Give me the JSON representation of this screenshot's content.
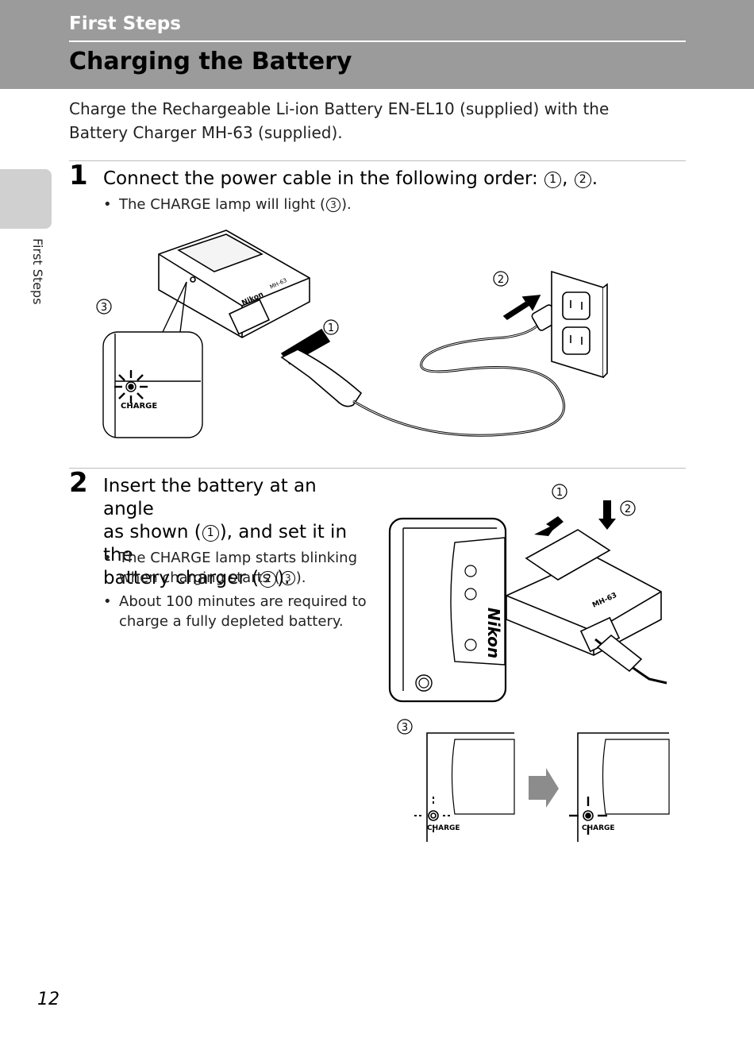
{
  "header": {
    "section": "First Steps",
    "title": "Charging the Battery"
  },
  "intro": "Charge the Rechargeable Li-ion Battery EN-EL10 (supplied) with the Battery Charger MH-63 (supplied).",
  "side_tab": {
    "label": "First Steps"
  },
  "step1": {
    "number": "1",
    "text_a": "Connect the power cable in the following order: ",
    "mark1": "1",
    "sep": ", ",
    "mark2": "2",
    "text_b": ".",
    "bullet_a": "The CHARGE lamp will light (",
    "bullet_mark": "3",
    "bullet_b": ").",
    "figure": {
      "callouts": [
        "1",
        "2",
        "3"
      ],
      "charge_label": "CHARGE",
      "brand": "Nikon",
      "model": "MH-63"
    }
  },
  "step2": {
    "number": "2",
    "line1": "Insert the battery at an angle",
    "line2_a": "as shown (",
    "line2_mark": "1",
    "line2_b": "), and set it in the",
    "line3_a": "battery charger (",
    "line3_mark": "2",
    "line3_b": ").",
    "bullets": [
      {
        "line1": "The CHARGE lamp starts blinking",
        "line2_a": "when charging starts (",
        "mark": "3",
        "line2_b": ")."
      },
      {
        "line1": "About 100 minutes are required to",
        "line2": "charge a fully depleted battery."
      }
    ],
    "figure": {
      "callouts": [
        "1",
        "2",
        "3"
      ],
      "brand": "Nikon",
      "model": "MH-63",
      "charge_label": "CHARGE"
    }
  },
  "page_number": "12"
}
